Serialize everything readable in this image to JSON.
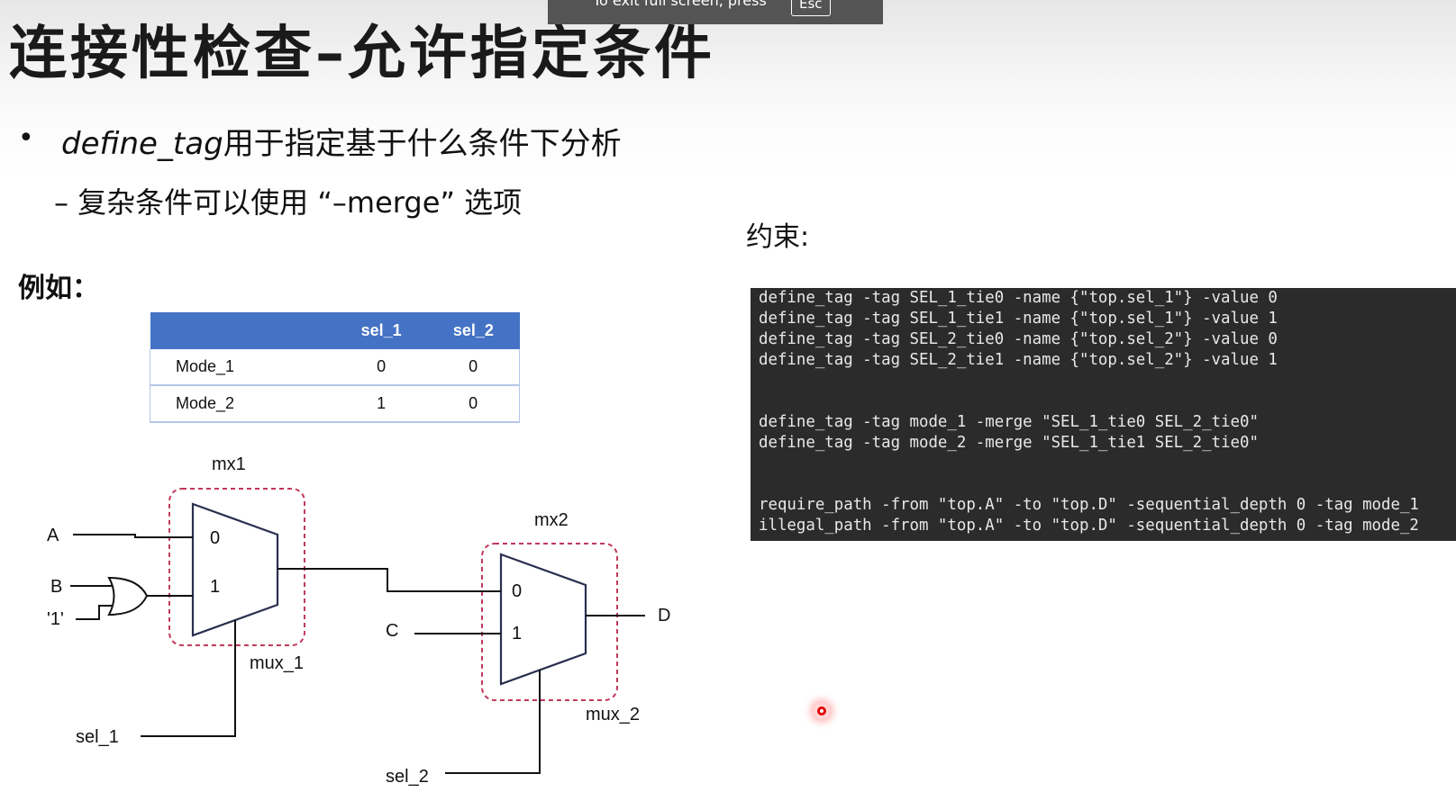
{
  "slide": {
    "title": "连接性检查–允许指定条件",
    "bullet": {
      "keyword": "define_tag",
      "text": "用于指定基于什么条件下分析"
    },
    "sub_bullet": "– 复杂条件可以使用 “–merge” 选项",
    "example_label": "例如：",
    "constraint_label": "约束:"
  },
  "fullscreen_banner": {
    "message": "To exit full screen, press",
    "key": "Esc"
  },
  "mode_table": {
    "headers": [
      "",
      "sel_1",
      "sel_2"
    ],
    "rows": [
      [
        "Mode_1",
        "0",
        "0"
      ],
      [
        "Mode_2",
        "1",
        "0"
      ]
    ]
  },
  "code_block": {
    "group1": [
      "define_tag -tag SEL_1_tie0 -name {\"top.sel_1\"} -value 0",
      "define_tag -tag SEL_1_tie1 -name {\"top.sel_1\"} -value 1",
      "define_tag -tag SEL_2_tie0 -name {\"top.sel_2\"} -value 0",
      "define_tag -tag SEL_2_tie1 -name {\"top.sel_2\"} -value 1"
    ],
    "group2": [
      "define_tag -tag mode_1 -merge \"SEL_1_tie0 SEL_2_tie0\"",
      "define_tag -tag mode_2 -merge \"SEL_1_tie1 SEL_2_tie0\""
    ],
    "group3": [
      "require_path -from \"top.A\" -to \"top.D\" -sequential_depth 0 -tag mode_1",
      "illegal_path -from \"top.A\" -to \"top.D\" -sequential_depth 0 -tag mode_2"
    ]
  },
  "schematic": {
    "mux1_name": "mx1",
    "mux1_instance": "mux_1",
    "mux2_name": "mx2",
    "mux2_instance": "mux_2",
    "mux_input_0": "0",
    "mux_input_1": "1",
    "input_a": "A",
    "input_b": "B",
    "input_const": "'1'",
    "input_c": "C",
    "output_d": "D",
    "sel_1": "sel_1",
    "sel_2": "sel_2"
  },
  "colors": {
    "table_header": "#4472c4",
    "code_bg": "#2b2b2b",
    "mux_group_border": "#c0395a",
    "pointer": "#e00000"
  }
}
